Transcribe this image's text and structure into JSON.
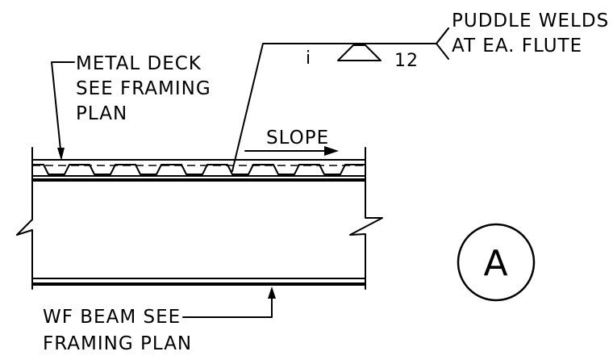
{
  "notes": {
    "weld": {
      "line1": "PUDDLE WELDS",
      "line2": "AT EA. FLUTE",
      "symbol_mark": "i",
      "spacing": "12"
    },
    "deck": {
      "line1": "METAL DECK",
      "line2": "SEE FRAMING",
      "line3": "PLAN"
    },
    "slope": "SLOPE",
    "beam": {
      "line1": "WF BEAM SEE",
      "line2": "FRAMING PLAN"
    }
  },
  "detail_tag": "A"
}
